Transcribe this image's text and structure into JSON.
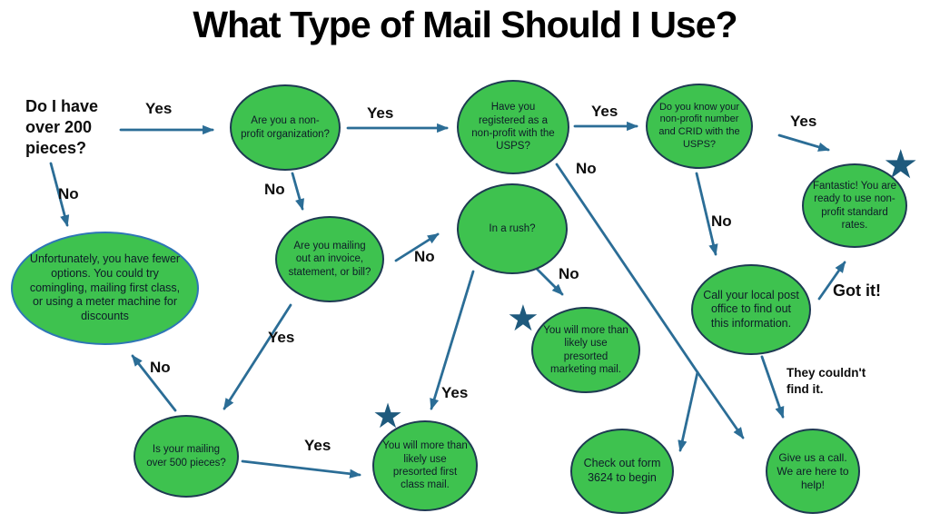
{
  "title": "What Type of Mail Should I Use?",
  "colors": {
    "node_fill": "#3ec24f",
    "node_border": "#1e3a52",
    "alt_border": "#2e75b6",
    "arrow": "#2b6d96",
    "star": "#1e5a7d"
  },
  "icons": {
    "star_glyph": "★"
  },
  "start": {
    "text": "Do I have over 200 pieces?"
  },
  "nodes": {
    "nonprofit": {
      "text": "Are you a non-profit organization?"
    },
    "registered": {
      "text": "Have you registered as a non-profit with the USPS?"
    },
    "crid": {
      "text": "Do you know your non-profit number and CRID with the USPS?"
    },
    "fantastic": {
      "text": "Fantastic! You are ready to use non-profit standard rates."
    },
    "unfortunately": {
      "text": "Unfortunately, you have fewer options. You could try comingling, mailing first class, or using a meter machine for discounts"
    },
    "invoice": {
      "text": "Are you mailing out an invoice, statement, or bill?"
    },
    "rush": {
      "text": "In a rush?"
    },
    "marketing": {
      "text": "You will more than likely use presorted marketing mail."
    },
    "pieces500": {
      "text": "Is your mailing over 500 pieces?"
    },
    "firstclass": {
      "text": "You will more than likely use presorted first class mail."
    },
    "form3624": {
      "text": "Check out form 3624 to begin"
    },
    "call": {
      "text": "Give us a call. We are here to help!"
    },
    "postoffice": {
      "text": "Call your local post office to find out this information."
    }
  },
  "edge_labels": {
    "yes_over200": "Yes",
    "no_over200": "No",
    "yes_nonprofit": "Yes",
    "no_nonprofit": "No",
    "yes_registered": "Yes",
    "no_registered": "No",
    "yes_crid": "Yes",
    "no_crid": "No",
    "no_invoice": "No",
    "yes_invoice": "Yes",
    "no_rush": "No",
    "yes_rush": "Yes",
    "no_500": "No",
    "yes_500": "Yes",
    "got_it": "Got it!",
    "they_couldnt": "They couldn't find it."
  },
  "edges": [
    {
      "from": "start",
      "to": "nonprofit",
      "label": "Yes"
    },
    {
      "from": "start",
      "to": "unfortunately",
      "label": "No"
    },
    {
      "from": "nonprofit",
      "to": "registered",
      "label": "Yes"
    },
    {
      "from": "nonprofit",
      "to": "invoice",
      "label": "No"
    },
    {
      "from": "registered",
      "to": "crid",
      "label": "Yes"
    },
    {
      "from": "registered",
      "to": "form3624",
      "label": "No"
    },
    {
      "from": "registered",
      "to": "call",
      "label": "No"
    },
    {
      "from": "crid",
      "to": "fantastic",
      "label": "Yes"
    },
    {
      "from": "crid",
      "to": "postoffice",
      "label": "No"
    },
    {
      "from": "invoice",
      "to": "rush",
      "label": "No"
    },
    {
      "from": "invoice",
      "to": "pieces500",
      "label": "Yes"
    },
    {
      "from": "rush",
      "to": "marketing",
      "label": "No"
    },
    {
      "from": "rush",
      "to": "firstclass",
      "label": "Yes"
    },
    {
      "from": "pieces500",
      "to": "unfortunately",
      "label": "No"
    },
    {
      "from": "pieces500",
      "to": "firstclass",
      "label": "Yes"
    },
    {
      "from": "postoffice",
      "to": "fantastic",
      "label": "Got it!"
    },
    {
      "from": "postoffice",
      "to": "call",
      "label": "They couldn't find it."
    }
  ]
}
